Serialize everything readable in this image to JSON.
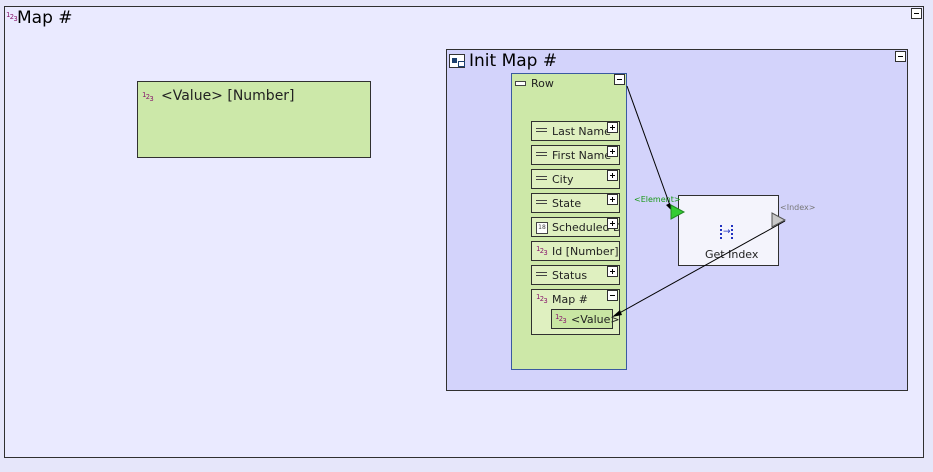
{
  "outer": {
    "title": "Map #"
  },
  "value_box": {
    "label": "<Value> [Number]"
  },
  "init_map": {
    "title": "Init Map #"
  },
  "row": {
    "title": "Row",
    "fields": [
      {
        "label": "Last Name",
        "icon": "text-icon"
      },
      {
        "label": "First Name",
        "icon": "text-icon"
      },
      {
        "label": "City",
        "icon": "text-icon"
      },
      {
        "label": "State",
        "icon": "text-icon"
      },
      {
        "label": "Scheduled Da",
        "icon": "date-icon"
      },
      {
        "label": "Id [Number]",
        "icon": "number-icon"
      },
      {
        "label": "Status",
        "icon": "text-icon"
      }
    ],
    "map_group": {
      "label": "Map #",
      "value": "<Value>"
    }
  },
  "get_index": {
    "label": "Get Index",
    "input_port": "<Element>",
    "output_port": "<Index>"
  },
  "colors": {
    "canvas": "#e6e6fa",
    "init_bg": "#d3d3fb",
    "row_bg": "#cde8a8",
    "input_port": "#33cc33",
    "output_port": "#c8c8c8"
  }
}
